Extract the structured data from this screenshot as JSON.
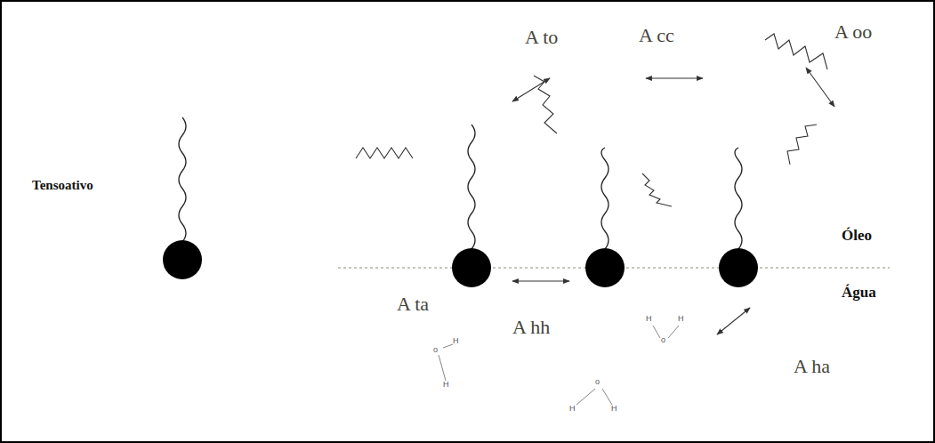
{
  "diagram": {
    "labels": [
      "Tensoativo",
      "A to",
      "A cc",
      "A oo",
      "Óleo",
      "A ta",
      "A hh",
      "Água",
      "A ha",
      "H",
      "o",
      "H",
      "o",
      "H",
      "H",
      "o",
      "H",
      "H"
    ]
  }
}
